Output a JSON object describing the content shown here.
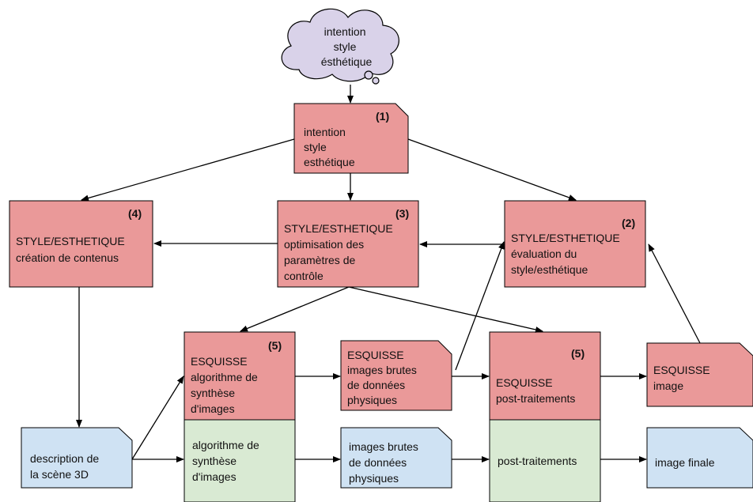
{
  "colors": {
    "red_fill": "#ea9999",
    "green_fill": "#d9ead3",
    "blue_fill": "#cfe2f3",
    "cloud_fill": "#d9d2e9",
    "stroke": "#000000"
  },
  "nodes": {
    "cloud": {
      "lines": [
        "intention",
        "style",
        "ésthétique"
      ]
    },
    "n1": {
      "num": "(1)",
      "lines": [
        "intention",
        "style",
        "esthétique"
      ]
    },
    "n2": {
      "num": "(2)",
      "lines": [
        "STYLE/ESTHETIQUE",
        "évaluation du",
        "style/esthétique"
      ]
    },
    "n3": {
      "num": "(3)",
      "lines": [
        "STYLE/ESTHETIQUE",
        "optimisation des",
        "paramètres de",
        "contrôle"
      ]
    },
    "n4": {
      "num": "(4)",
      "lines": [
        "STYLE/ESTHETIQUE",
        "création de contenus"
      ]
    },
    "n5a": {
      "num": "(5)",
      "lines": [
        "ESQUISSE",
        "algorithme de",
        "synthèse",
        "d'images"
      ]
    },
    "n5b": {
      "num": "(5)",
      "lines": [
        "ESQUISSE",
        "post-traitements"
      ]
    },
    "raw_sketch": {
      "lines": [
        "ESQUISSE",
        "images brutes",
        "de données",
        "physiques"
      ]
    },
    "img_sketch": {
      "lines": [
        "ESQUISSE",
        "image"
      ]
    },
    "scene": {
      "lines": [
        "description de",
        "la scène 3D"
      ]
    },
    "algo": {
      "lines": [
        "algorithme de",
        "synthèse",
        "d'images"
      ]
    },
    "raw": {
      "lines": [
        "images brutes",
        "de données",
        "physiques"
      ]
    },
    "post": {
      "lines": [
        "post-traitements"
      ]
    },
    "final": {
      "lines": [
        "image finale"
      ]
    }
  }
}
